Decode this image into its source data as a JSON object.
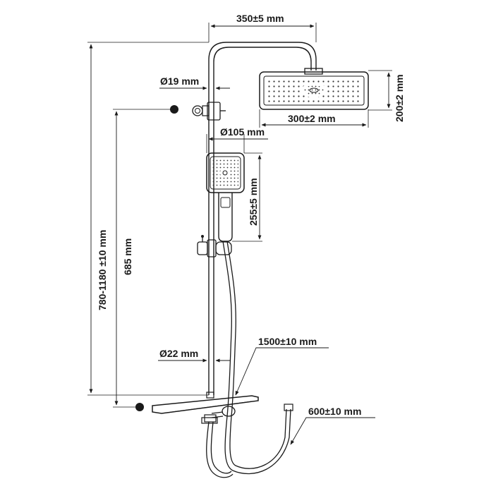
{
  "dimensions": {
    "arm_length": "350±5 mm",
    "overhead_diameter_pipe": "Ø19 mm",
    "overhead_width": "300±2 mm",
    "overhead_depth": "200±2 mm",
    "hand_shower_diameter": "Ø105 mm",
    "hand_shower_length": "255±5 mm",
    "total_height": "780-1180 ±10 mm",
    "fixing_distance": "685 mm",
    "pipe_diameter": "Ø22 mm",
    "hose_length": "1500±10 mm",
    "connection_spacing": "600±10 mm"
  },
  "colors": {
    "line": "#1a1a1a",
    "background": "#ffffff"
  }
}
